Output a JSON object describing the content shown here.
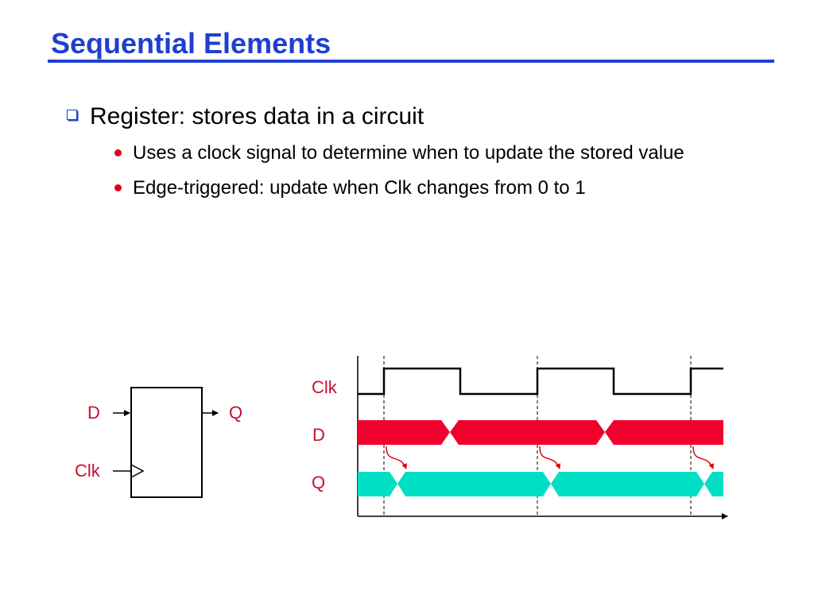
{
  "slide": {
    "title": "Sequential Elements",
    "bullets": [
      {
        "text": "Register: stores data in a circuit",
        "sub": [
          "Uses a clock signal to determine when to update the stored value",
          "Edge-triggered: update when Clk changes from 0 to 1"
        ]
      }
    ]
  },
  "register": {
    "input_d": "D",
    "output_q": "Q",
    "clock": "Clk"
  },
  "timing": {
    "signals": [
      "Clk",
      "D",
      "Q"
    ]
  },
  "colors": {
    "title": "#1f3fd1",
    "label": "#c8102e",
    "d_signal": "#f0002d",
    "q_signal": "#00dfc4",
    "arrow": "#e30000"
  }
}
